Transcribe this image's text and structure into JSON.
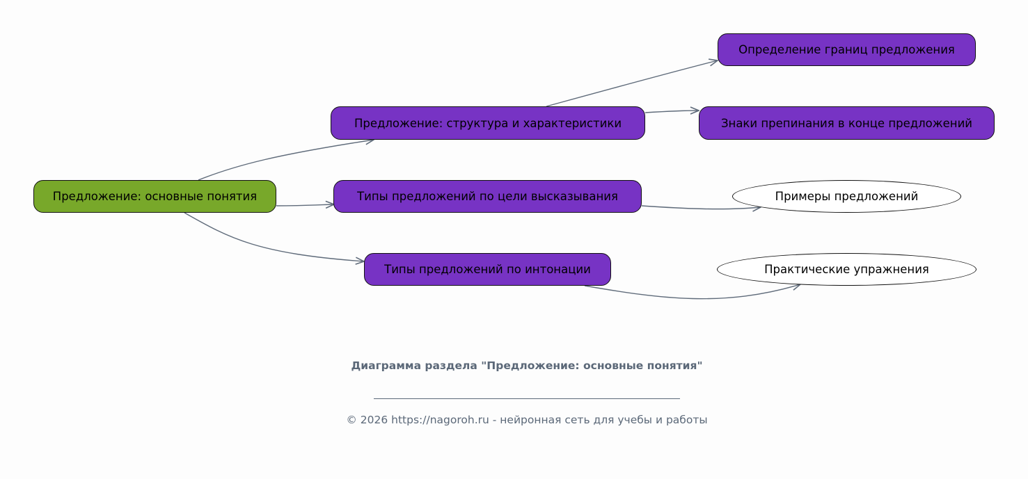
{
  "nodes": {
    "root": "Предложение: основные понятия",
    "structure": "Предложение: структура и характеристики",
    "purpose_types": "Типы предложений по цели высказывания",
    "intonation_types": "Типы предложений по интонации",
    "boundaries": "Определение границ предложения",
    "punctuation": "Знаки препинания в конце предложений",
    "examples": "Примеры предложений",
    "exercises": "Практические упражнения"
  },
  "caption": {
    "title": "Диаграмма раздела \"Предложение: основные понятия\"",
    "footer": "© 2026 https://nagoroh.ru - нейронная сеть для учебы и работы"
  },
  "colors": {
    "root": "#78a82a",
    "node": "#7733c4",
    "edge": "#5f6b7a"
  }
}
